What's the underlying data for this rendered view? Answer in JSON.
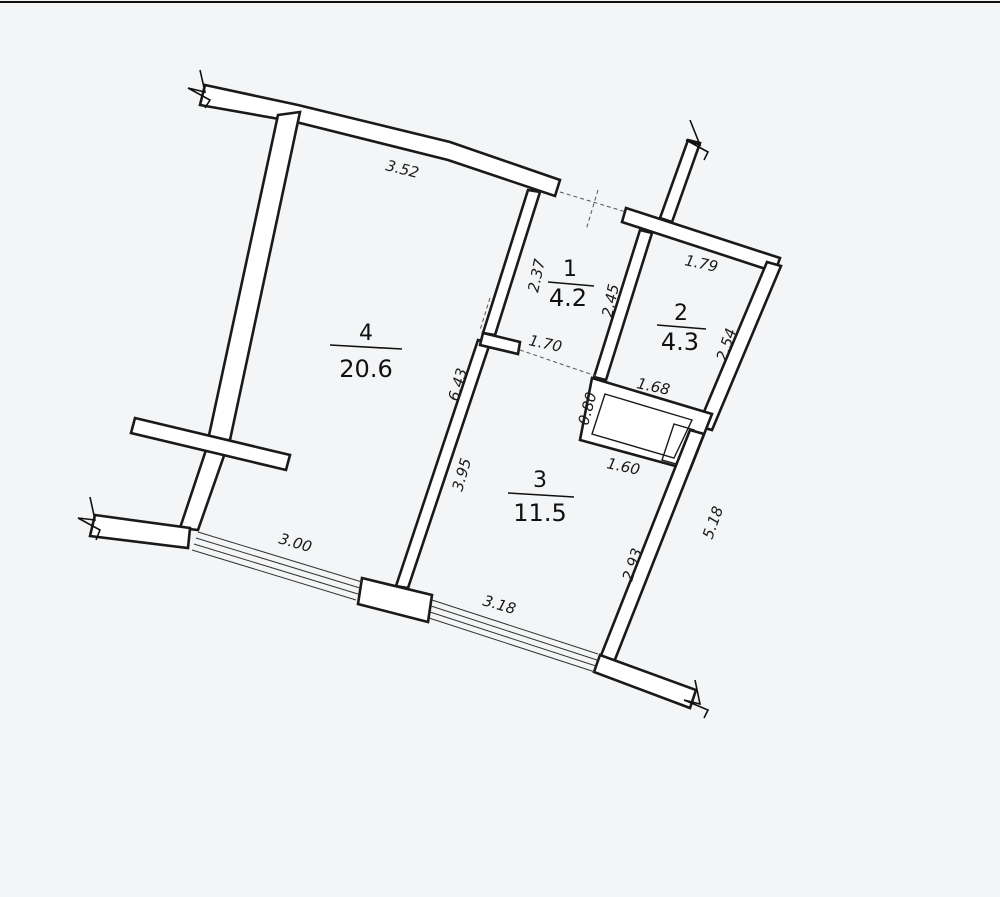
{
  "rooms": [
    {
      "number": "1",
      "area": "4.2"
    },
    {
      "number": "2",
      "area": "4.3"
    },
    {
      "number": "3",
      "area": "11.5"
    },
    {
      "number": "4",
      "area": "20.6"
    }
  ],
  "dimensions": {
    "d352": "3.52",
    "d237": "2.37",
    "d245": "2.45",
    "d170": "1.70",
    "d179": "1.79",
    "d254": "2.54",
    "d168": "1.68",
    "d080": "0.80",
    "d160": "1.60",
    "d643": "6.43",
    "d395": "3.95",
    "d518": "5.18",
    "d293": "2.93",
    "d300": "3.00",
    "d318": "3.18"
  },
  "colors": {
    "background": "#f4f5f6",
    "walls": "#1a1a1a",
    "fill": "#ffffff"
  }
}
